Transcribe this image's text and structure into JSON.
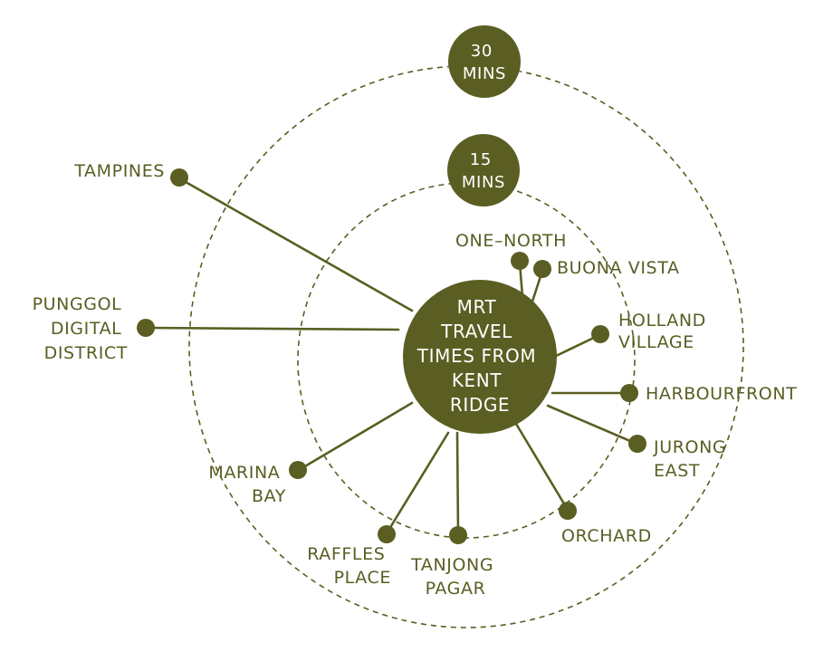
{
  "colors": {
    "primary": "#5a5e22",
    "text_on_primary": "#ffffff",
    "background": "#ffffff"
  },
  "hub": {
    "lines": [
      "MRT",
      "TRAVEL",
      "TIMES FROM",
      "KENT",
      "RIDGE"
    ]
  },
  "rings": [
    {
      "id": "ring-15",
      "badge_lines": [
        "15",
        "MINS"
      ]
    },
    {
      "id": "ring-30",
      "badge_lines": [
        "30",
        "MINS"
      ]
    }
  ],
  "stations": [
    {
      "id": "one-north",
      "lines": [
        "ONE–NORTH"
      ]
    },
    {
      "id": "buona-vista",
      "lines": [
        "BUONA VISTA"
      ]
    },
    {
      "id": "holland-village",
      "lines": [
        "HOLLAND",
        "VILLAGE"
      ]
    },
    {
      "id": "harbourfront",
      "lines": [
        "HARBOURFRONT"
      ]
    },
    {
      "id": "jurong-east",
      "lines": [
        "JURONG",
        "EAST"
      ]
    },
    {
      "id": "orchard",
      "lines": [
        "ORCHARD"
      ]
    },
    {
      "id": "tanjong-pagar",
      "lines": [
        "TANJONG",
        "PAGAR"
      ]
    },
    {
      "id": "raffles-place",
      "lines": [
        "RAFFLES",
        "PLACE"
      ]
    },
    {
      "id": "marina-bay",
      "lines": [
        "MARINA",
        "BAY"
      ]
    },
    {
      "id": "punggol-digital-district",
      "lines": [
        "PUNGGOL",
        "DIGITAL",
        "DISTRICT"
      ]
    },
    {
      "id": "tampines",
      "lines": [
        "TAMPINES"
      ]
    }
  ]
}
